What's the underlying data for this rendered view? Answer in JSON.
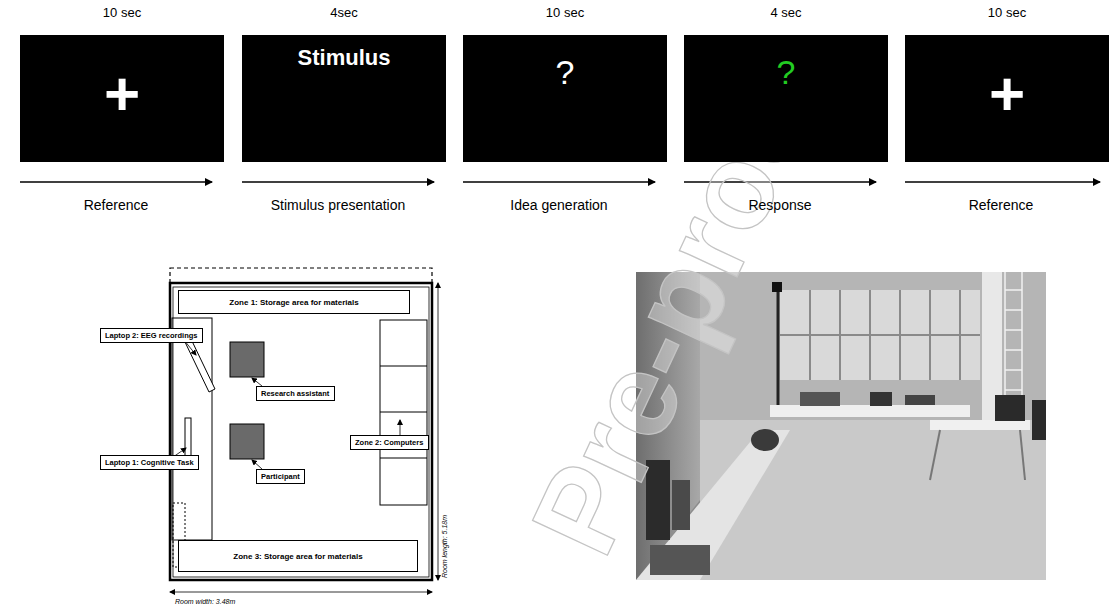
{
  "diagram": {
    "nodes": [
      {
        "text": [
          "+"
        ]
      },
      {
        "text": [
          "Stimulus"
        ]
      },
      {
        "text": [
          "?"
        ]
      },
      {
        "text": [
          "?"
        ]
      },
      {
        "text": [
          "+"
        ]
      },
      {
        "text": [
          "Zone 1: Storage area for materials"
        ]
      },
      {
        "text": [
          "Laptop 2: EEG recordings"
        ]
      },
      {
        "text": [
          "Research assistant"
        ]
      },
      {
        "text": [
          "Laptop 1: Cognitive Task"
        ]
      },
      {
        "text": [
          "Participant"
        ]
      },
      {
        "text": [
          "Zone 2: Computers"
        ]
      },
      {
        "text": [
          "Zone 3: Storage area for materials"
        ]
      }
    ],
    "labels": [
      "10 sec",
      "4sec",
      "10 sec",
      "4 sec",
      "10 sec",
      "Reference",
      "Stimulus presentation",
      "Idea generation",
      "Response",
      "Reference",
      "Room length: 5.18m",
      "Room width: 3.48m",
      "Pre-proof"
    ]
  }
}
